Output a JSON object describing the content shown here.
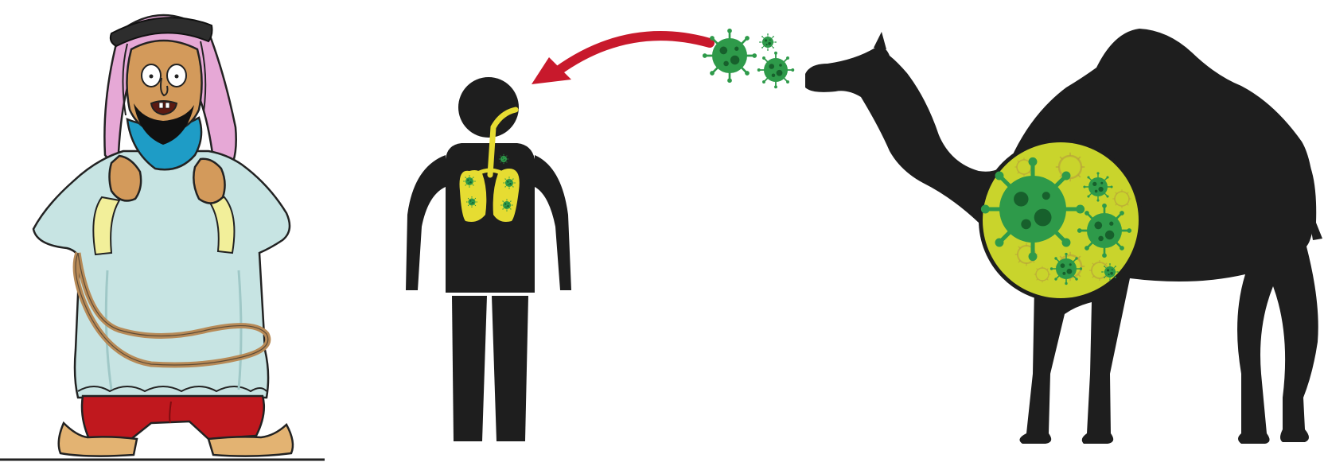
{
  "diagram": {
    "subjects": [
      {
        "id": "man",
        "icon": "cartoon-arab-man"
      },
      {
        "id": "human",
        "icon": "human-silhouette",
        "organ": "lungs"
      },
      {
        "id": "camel",
        "icon": "camel-silhouette",
        "organ": "infected-body"
      }
    ],
    "transmission": {
      "from": "camel",
      "to": "human",
      "agent": "virus-particles"
    }
  },
  "colors": {
    "background": "#ffffff",
    "silhouette": "#1e1e1e",
    "lungs": "#e6dc32",
    "infection_fill": "#c9d42c",
    "virus": "#2e9a4a",
    "virus_dark": "#17602c",
    "arrow": "#c8192c",
    "robe": "#c7e4e3",
    "keffiyeh": "#e6a8d6",
    "trousers": "#c0181e",
    "skin": "#d39a5b",
    "scarf": "#1e9cc6",
    "rope": "#b78a57",
    "slippers": "#e3b372"
  }
}
